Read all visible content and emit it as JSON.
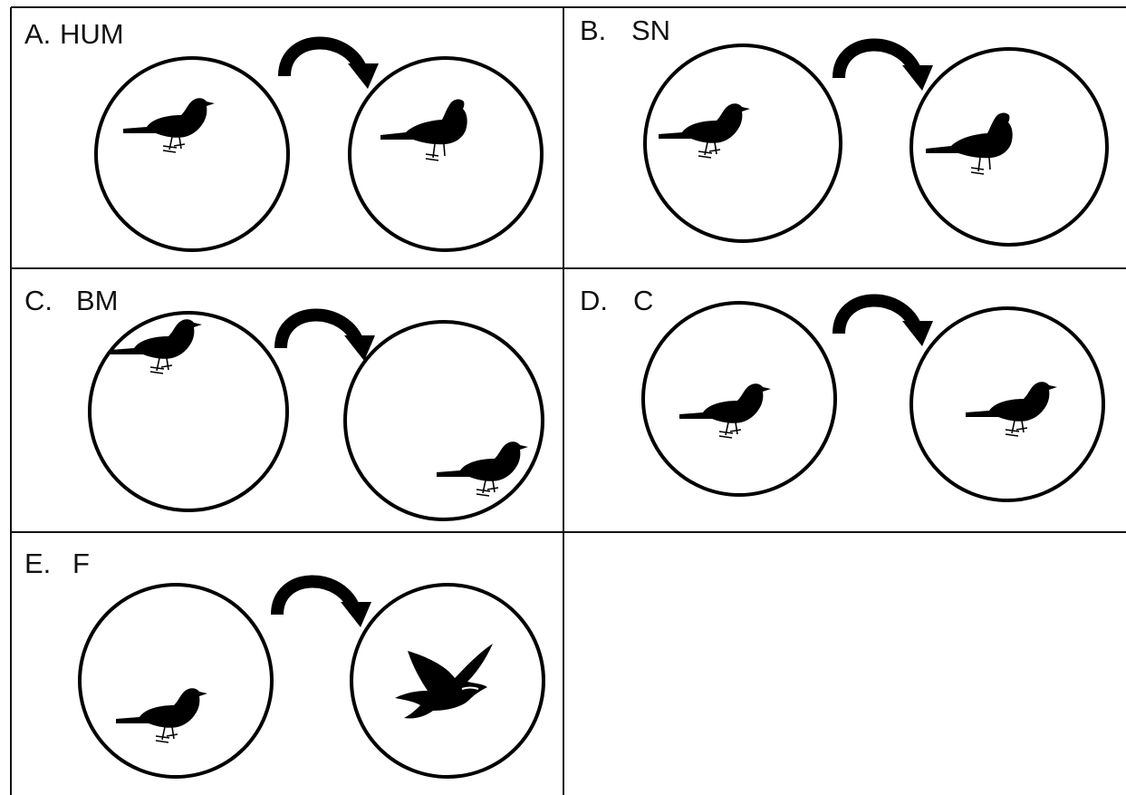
{
  "figure": {
    "colors": {
      "line": "#111111",
      "ink": "#000000",
      "background": "#ffffff"
    },
    "panels": [
      {
        "letter": "A.",
        "name": "HUM",
        "behavior_icon": "hum-posture-bird-icon"
      },
      {
        "letter": "B.",
        "name": "SN",
        "behavior_icon": "sleek-neck-bird-icon"
      },
      {
        "letter": "C.",
        "name": "BM",
        "behavior_icon": "moving-bird-icon"
      },
      {
        "letter": "D.",
        "name": "C",
        "behavior_icon": "crouch-bird-icon"
      },
      {
        "letter": "E.",
        "name": "F",
        "behavior_icon": "flying-bird-icon"
      }
    ]
  }
}
